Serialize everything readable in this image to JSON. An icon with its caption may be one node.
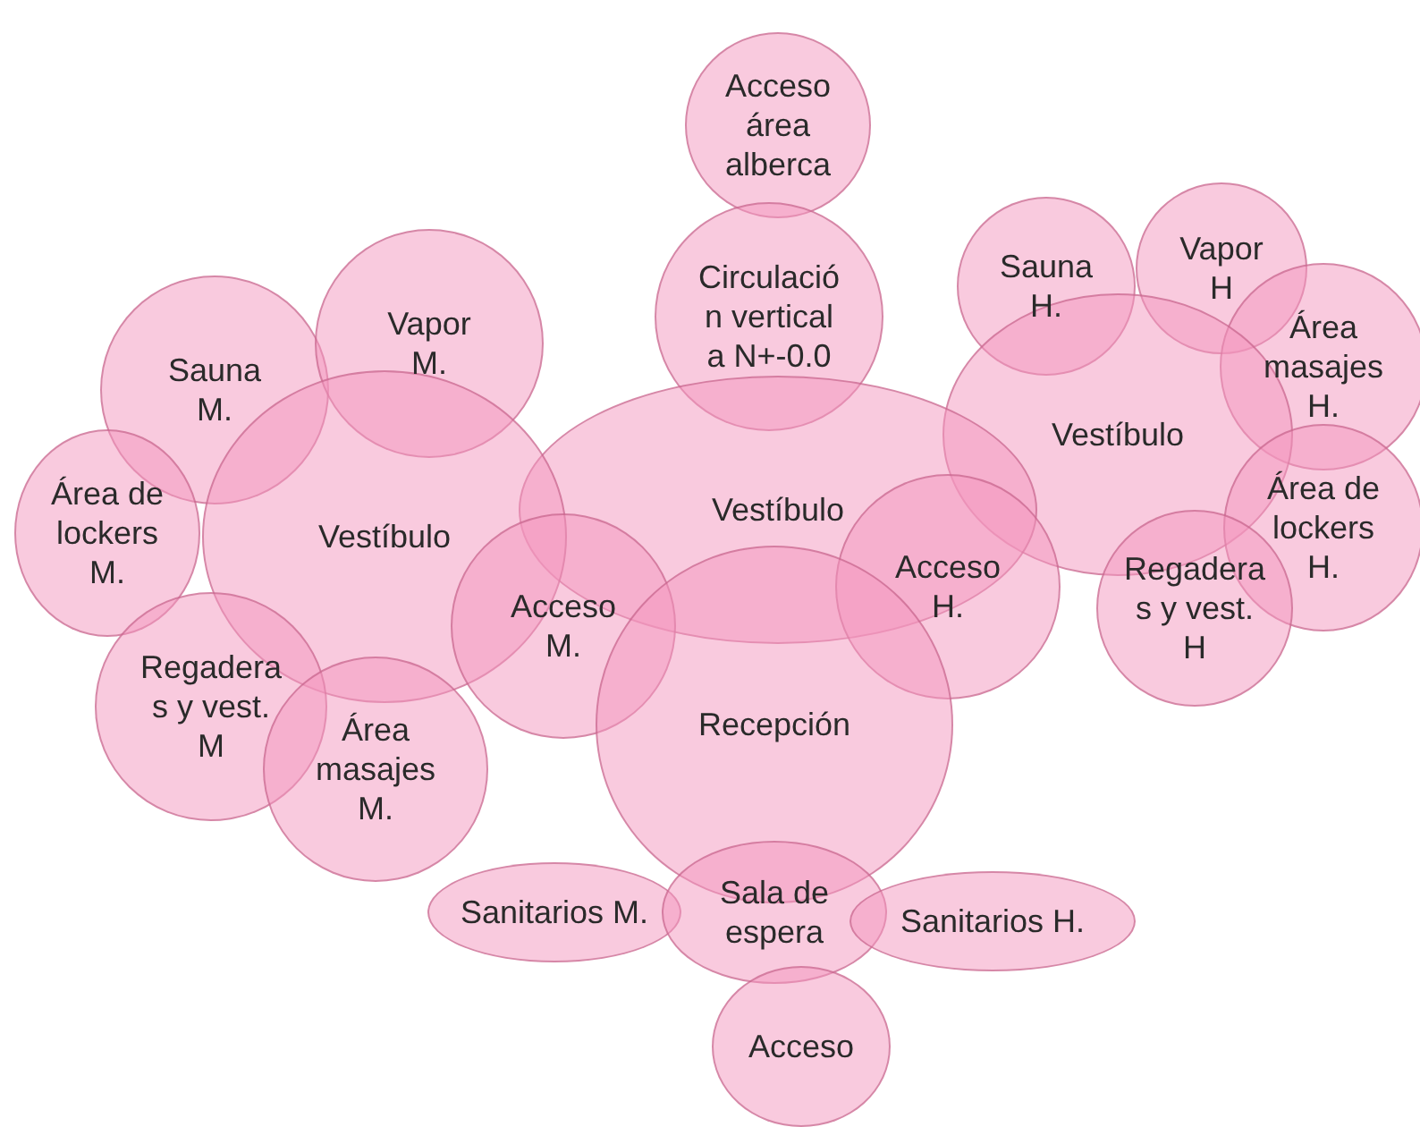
{
  "diagram": {
    "nodes": [
      {
        "text": [
          "Acceso área alberca"
        ]
      },
      {
        "text": [
          "Circulación vertical a N+-0.0"
        ]
      },
      {
        "text": [
          "Sauna M."
        ]
      },
      {
        "text": [
          "Vapor M."
        ]
      },
      {
        "text": [
          "Sauna H."
        ]
      },
      {
        "text": [
          "Vapor H"
        ]
      },
      {
        "text": [
          "Área masajes H."
        ]
      },
      {
        "text": [
          "Vestíbulo"
        ]
      },
      {
        "text": [
          "Vestíbulo"
        ]
      },
      {
        "text": [
          "Vestíbulo"
        ]
      },
      {
        "text": [
          "Área de lockers M."
        ]
      },
      {
        "text": [
          "Área de lockers H."
        ]
      },
      {
        "text": [
          "Acceso M."
        ]
      },
      {
        "text": [
          "Acceso H."
        ]
      },
      {
        "text": [
          "Regaderas y vest. H"
        ]
      },
      {
        "text": [
          "Regaderas y vest. M"
        ]
      },
      {
        "text": [
          "Recepción"
        ]
      },
      {
        "text": [
          "Área masajes M."
        ]
      },
      {
        "text": [
          "Sanitarios M."
        ]
      },
      {
        "text": [
          "Sala de espera"
        ]
      },
      {
        "text": [
          "Sanitarios H."
        ]
      },
      {
        "text": [
          "Acceso"
        ]
      }
    ]
  }
}
